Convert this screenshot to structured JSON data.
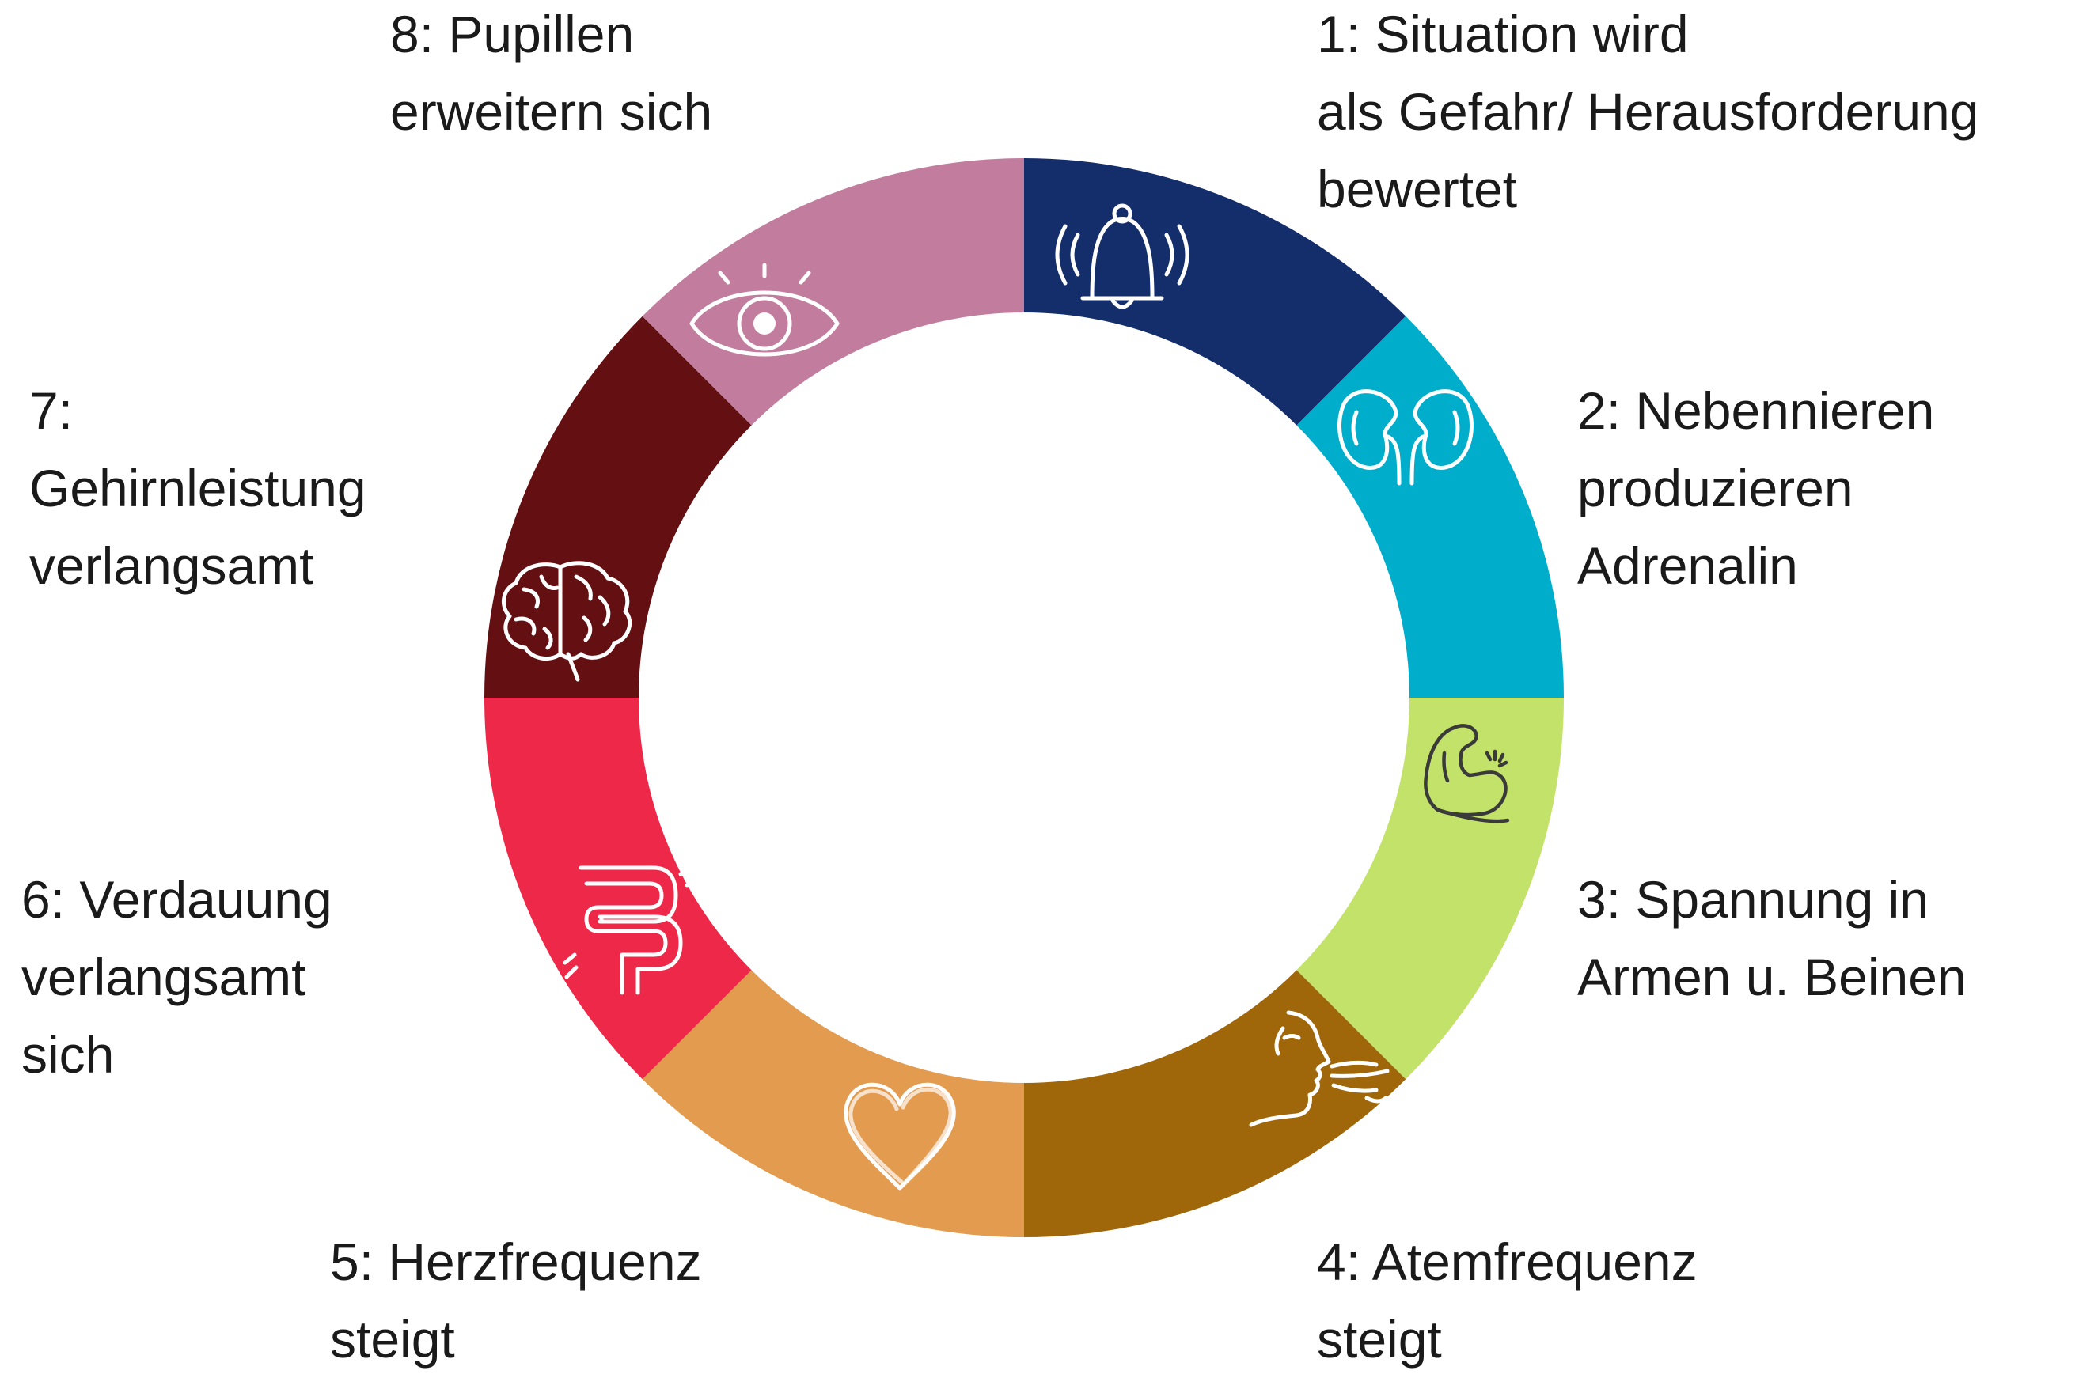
{
  "steps": [
    {
      "id": 1,
      "label": "1: Situation wird\nals Gefahr/ Herausforderung\nbewertet",
      "color": "#142d6b",
      "icon": "bell-icon"
    },
    {
      "id": 2,
      "label": "2: Nebennieren\nproduzieren\nAdrenalin",
      "color": "#00aecb",
      "icon": "kidneys-icon"
    },
    {
      "id": 3,
      "label": "3: Spannung in\nArmen u. Beinen",
      "color": "#c3e26a",
      "icon": "flexed-arm-icon"
    },
    {
      "id": 4,
      "label": "4: Atemfrequenz\nsteigt",
      "color": "#a0660a",
      "icon": "breathing-face-icon"
    },
    {
      "id": 5,
      "label": "5: Herzfrequenz\nsteigt",
      "color": "#e39b4f",
      "icon": "heart-icon"
    },
    {
      "id": 6,
      "label": "6: Verdauung\nverlangsamt\nsich",
      "color": "#ee2849",
      "icon": "intestine-icon"
    },
    {
      "id": 7,
      "label": "7:\nGehirnleistung\nverlangsamt",
      "color": "#641012",
      "icon": "brain-icon"
    },
    {
      "id": 8,
      "label": "8: Pupillen\nerweitern sich",
      "color": "#c27d9e",
      "icon": "eye-icon"
    }
  ]
}
